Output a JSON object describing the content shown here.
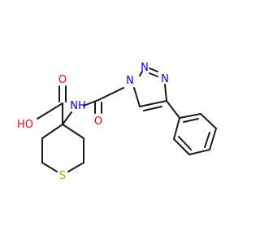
{
  "diagram": {
    "kind": "chemical-structure",
    "background": "#ffffff",
    "bond_color": "#1a1a1a",
    "atom_labels": {
      "oh": "HO",
      "carbonyl_o_acid": "O",
      "nh": "NH",
      "carbonyl_o_amide": "O",
      "n1": "N",
      "n2": "N",
      "n3": "N",
      "s": "S"
    },
    "atom_colors": {
      "O": "#ff0000",
      "N": "#0000ff",
      "S": "#b8a000"
    }
  }
}
